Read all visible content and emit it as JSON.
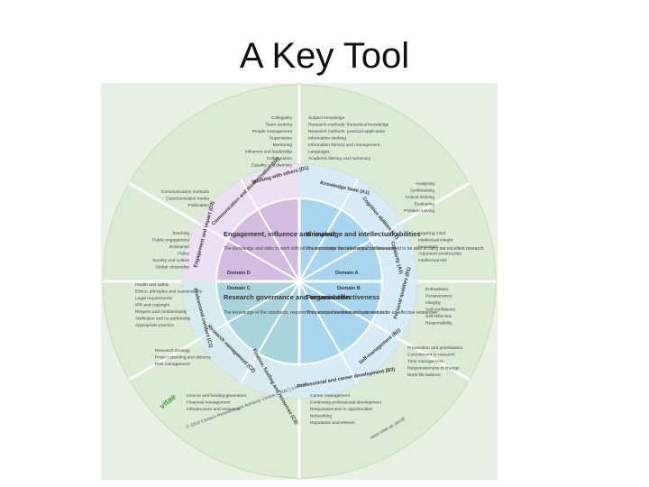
{
  "title": "A Key Tool",
  "colors": {
    "outer_ring": "#dcebd6",
    "outer_ring_dark": "#cfe3c7",
    "background_square": "#e8f1e3",
    "mid_ring": "#ffffff",
    "domain_a": "#a9d6ef",
    "domain_b": "#a9d6ef",
    "domain_c": "#a9d4dc",
    "domain_d": "#d2bde0",
    "vitae_green": "#4a9a3a"
  },
  "domains": {
    "a": {
      "title": "Knowledge and intellectual abilities",
      "desc": "The knowledge and intellectual abilities needed to be able to carry out excellent research",
      "label": "Domain A"
    },
    "b": {
      "title": "Personal effectiveness",
      "desc": "The personal qualities and approach to be an effective researcher",
      "label": "Domain B"
    },
    "c": {
      "title": "Research governance and organisation",
      "desc": "The knowledge of the standards, requirements and professionalism to do research",
      "label": "Domain C"
    },
    "d": {
      "title": "Engagement, influence and impact",
      "desc": "The knowledge and skills to work with others and ensure the wider impact of research",
      "label": "Domain D"
    }
  },
  "subdomains": {
    "a1": "Knowledge base (A1)",
    "a2": "Cognitive abilities (A2)",
    "a3": "Creativity (A3)",
    "b1": "Personal qualities (B1)",
    "b2": "Self-management (B2)",
    "b3": "Professional and career development (B3)",
    "c1": "Professional conduct (C1)",
    "c2": "Research management (C2)",
    "c3": "Finance, funding and resources (C3)",
    "d1": "Working with others (D1)",
    "d2": "Communication and dissemination (D2)",
    "d3": "Engagement and impact (D3)"
  },
  "outer": {
    "d1_items": [
      "Collegiality",
      "Team working",
      "People management",
      "Supervision",
      "Mentoring",
      "Influence and leadership",
      "Collaboration",
      "Equality and diversity"
    ],
    "a1_items": [
      "Subject knowledge",
      "Research methods: theoretical knowledge",
      "Research methods: practical application",
      "Information seeking",
      "Information literacy and management",
      "Languages",
      "Academic literacy and numeracy"
    ],
    "d2_items": [
      "Communication methods",
      "Communication media",
      "Publication"
    ],
    "a2_items": [
      "Analysing",
      "Synthesising",
      "Critical thinking",
      "Evaluating",
      "Problem solving"
    ],
    "d3_items": [
      "Teaching",
      "Public engagement",
      "Enterprise",
      "Policy",
      "Society and culture",
      "Global citizenship"
    ],
    "a3_items": [
      "Inquiring mind",
      "Intellectual insight",
      "Innovation",
      "Argument construction",
      "Intellectual risk"
    ],
    "c1_items": [
      "Health and safety",
      "Ethics, principles and sustainability",
      "Legal requirements",
      "IPR and copyright",
      "Respect and confidentiality",
      "Attribution and co-authorship",
      "Appropriate practice"
    ],
    "b1_items": [
      "Enthusiasm",
      "Perseverance",
      "Integrity",
      "Self-confidence",
      "Self-reflection",
      "Responsibility"
    ],
    "c2_items": [
      "Research strategy",
      "Project planning and delivery",
      "Risk management"
    ],
    "b2_items": [
      "Preparation and prioritisation",
      "Commitment to research",
      "Time management",
      "Responsiveness to change",
      "Work-life balance"
    ],
    "c3_items": [
      "Income and funding generation",
      "Financial management",
      "Infrastructure and resources"
    ],
    "b3_items": [
      "Career management",
      "Continuing professional development",
      "Responsiveness to opportunities",
      "Networking",
      "Reputation and esteem"
    ]
  },
  "footer": {
    "logo": "vitae",
    "copyright": "© 2010 Careers Research and Advisory Centre (CRAC) Limited",
    "url": "www.vitae.ac.uk/rdf"
  }
}
